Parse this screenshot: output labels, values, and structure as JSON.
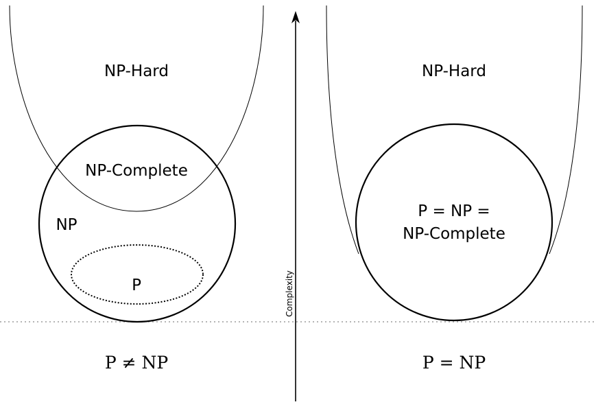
{
  "axis": {
    "label": "Complexity"
  },
  "left": {
    "np_hard": "NP-Hard",
    "np_complete": "NP-Complete",
    "np": "NP",
    "p": "P",
    "caption": "P ≠ NP"
  },
  "right": {
    "np_hard": "NP-Hard",
    "merged_line1": "P = NP =",
    "merged_line2": "NP-Complete",
    "caption": "P = NP"
  },
  "colors": {
    "stroke": "#000000",
    "axis": "#333333",
    "baseline": "#888888",
    "background": "#ffffff"
  }
}
